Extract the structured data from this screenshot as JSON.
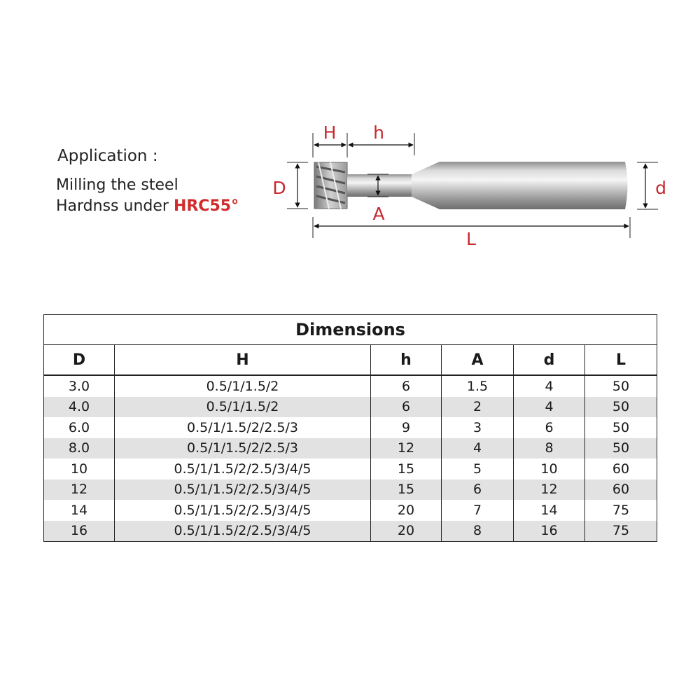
{
  "application": {
    "heading": "Application :",
    "line1": "Milling the steel",
    "line2_prefix": "Hardnss under",
    "line2_highlight": "HRC55°"
  },
  "diagram": {
    "labels": {
      "H": "H",
      "h": "h",
      "D": "D",
      "A": "A",
      "d": "d",
      "L": "L"
    },
    "colors": {
      "dimension": "#c7282f",
      "tool": "#bfbfbf"
    }
  },
  "table": {
    "title": "Dimensions",
    "headers": [
      "D",
      "H",
      "h",
      "A",
      "d",
      "L"
    ],
    "rows": [
      [
        "3.0",
        "0.5/1/1.5/2",
        "6",
        "1.5",
        "4",
        "50"
      ],
      [
        "4.0",
        "0.5/1/1.5/2",
        "6",
        "2",
        "4",
        "50"
      ],
      [
        "6.0",
        "0.5/1/1.5/2/2.5/3",
        "9",
        "3",
        "6",
        "50"
      ],
      [
        "8.0",
        "0.5/1/1.5/2/2.5/3",
        "12",
        "4",
        "8",
        "50"
      ],
      [
        "10",
        "0.5/1/1.5/2/2.5/3/4/5",
        "15",
        "5",
        "10",
        "60"
      ],
      [
        "12",
        "0.5/1/1.5/2/2.5/3/4/5",
        "15",
        "6",
        "12",
        "60"
      ],
      [
        "14",
        "0.5/1/1.5/2/2.5/3/4/5",
        "20",
        "7",
        "14",
        "75"
      ],
      [
        "16",
        "0.5/1/1.5/2/2.5/3/4/5",
        "20",
        "8",
        "16",
        "75"
      ]
    ]
  }
}
